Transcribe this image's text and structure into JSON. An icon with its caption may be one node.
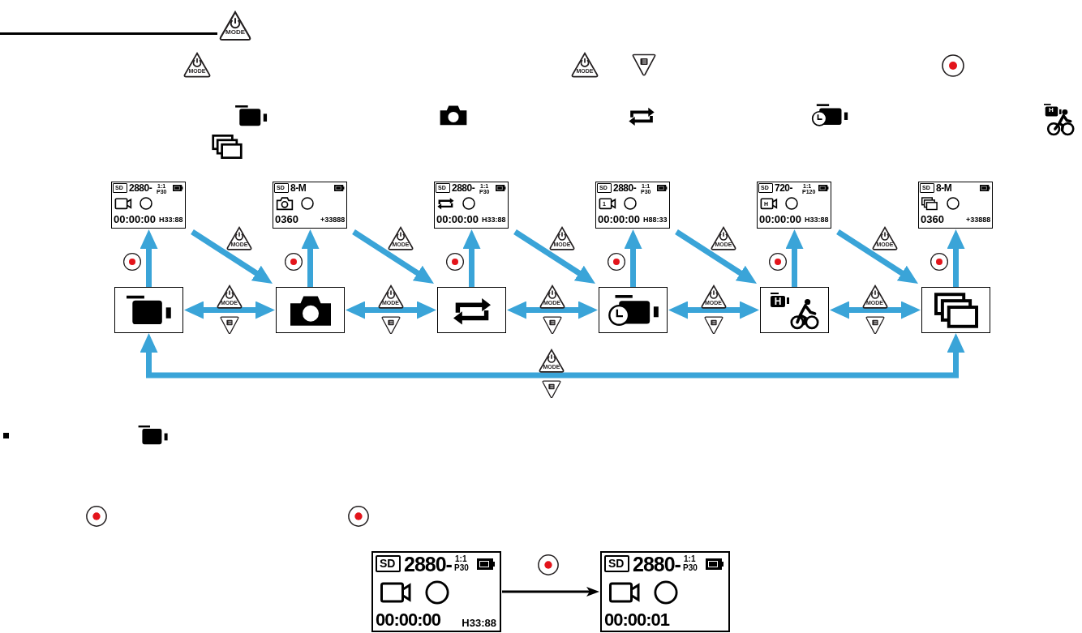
{
  "diagram": {
    "nodes": [
      {
        "text": [],
        "shape": "box"
      },
      {
        "text": [],
        "shape": "box"
      },
      {
        "text": [],
        "shape": "box"
      },
      {
        "text": [],
        "shape": "box"
      },
      {
        "text": [
          "H"
        ]
      },
      {
        "text": [],
        "shape": "box"
      },
      {
        "text": [
          "SD",
          "2880-",
          "1:1",
          "P30",
          "00:00:00",
          "H33:88"
        ]
      },
      {
        "text": [
          "SD",
          "8-M",
          "0360",
          "+33888"
        ]
      },
      {
        "text": [
          "SD",
          "2880-",
          "1:1",
          "P30",
          "00:00:00",
          "H33:88"
        ]
      },
      {
        "text": [
          "SD",
          "2880-",
          "1:1",
          "P30",
          "1",
          "00:00:00",
          "H88:33"
        ]
      },
      {
        "text": [
          "SD",
          "720-",
          "1:1",
          "P120",
          "H",
          "00:00:00",
          "H33:88"
        ]
      },
      {
        "text": [
          "SD",
          "8-M",
          "0360",
          "+33888"
        ]
      },
      {
        "text": [
          "SD",
          "2880-",
          "1:1",
          "P30",
          "00:00:00",
          "H33:88"
        ]
      },
      {
        "text": [
          "SD",
          "2880-",
          "1:1",
          "P30",
          "00:00:01"
        ]
      }
    ],
    "edges": [
      {
        "from": 0,
        "to": 6,
        "arrow": "to"
      },
      {
        "from": 1,
        "to": 7,
        "arrow": "to"
      },
      {
        "from": 2,
        "to": 8,
        "arrow": "to"
      },
      {
        "from": 3,
        "to": 9,
        "arrow": "to"
      },
      {
        "from": 4,
        "to": 10,
        "arrow": "to"
      },
      {
        "from": 5,
        "to": 11,
        "arrow": "to"
      },
      {
        "from": 6,
        "to": 1,
        "arrow": "to"
      },
      {
        "from": 7,
        "to": 2,
        "arrow": "to"
      },
      {
        "from": 8,
        "to": 3,
        "arrow": "to"
      },
      {
        "from": 9,
        "to": 4,
        "arrow": "to"
      },
      {
        "from": 10,
        "to": 5,
        "arrow": "to"
      },
      {
        "from": 0,
        "to": 1,
        "arrow": "both"
      },
      {
        "from": 1,
        "to": 2,
        "arrow": "both"
      },
      {
        "from": 2,
        "to": 3,
        "arrow": "both"
      },
      {
        "from": 3,
        "to": 4,
        "arrow": "both"
      },
      {
        "from": 4,
        "to": 5,
        "arrow": "both"
      },
      {
        "from": 0,
        "to": 5,
        "arrow": "both"
      },
      {
        "from": 12,
        "to": 13,
        "arrow": "to",
        "color": "#000000"
      }
    ],
    "labels": [
      "MODE",
      "MODE",
      "MODE",
      "H",
      "MODE",
      "MODE",
      "MODE",
      "MODE",
      "MODE",
      "MODE",
      "MODE",
      "MODE",
      "MODE",
      "MODE",
      "MODE"
    ]
  }
}
